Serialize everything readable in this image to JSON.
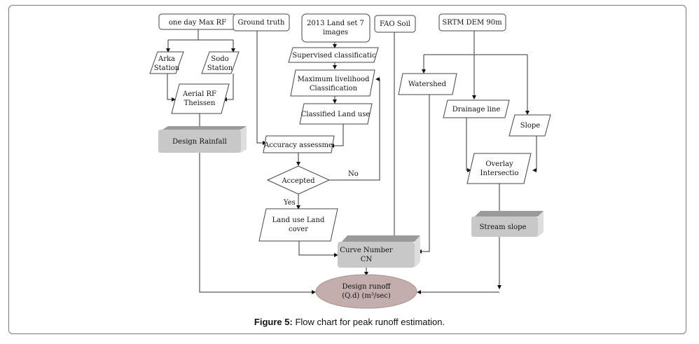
{
  "figure": {
    "caption_label": "Figure 5:",
    "caption_text": " Flow chart for peak runoff estimation."
  },
  "nodes": {
    "max_rf": [
      "one day Max RF"
    ],
    "ground_truth": [
      "Ground truth"
    ],
    "landsat": [
      "2013 Land set 7",
      "images"
    ],
    "fao_soil": [
      "FAO Soil"
    ],
    "srtm": [
      "SRTM DEM 90m"
    ],
    "arka": [
      "Arka",
      "Station"
    ],
    "sodo": [
      "Sodo",
      "Station"
    ],
    "aerial_rf": [
      "Aerial RF",
      "Theissen"
    ],
    "supervised": [
      "Supervised classificatic"
    ],
    "max_likelihood": [
      "Maximum livelihood",
      "Classification"
    ],
    "classified_lu": [
      "Classified Land use"
    ],
    "design_rainfall": [
      "Design Rainfall"
    ],
    "accuracy": [
      "Accuracy assessme"
    ],
    "accepted": [
      "Accepted"
    ],
    "land_use_cover": [
      "Land use Land",
      "cover"
    ],
    "curve_number": [
      "Curve Number",
      "CN"
    ],
    "watershed": [
      "Watershed"
    ],
    "drainage": [
      "Drainage line"
    ],
    "slope": [
      "Slope"
    ],
    "overlay": [
      "Overlay",
      "Intersectio"
    ],
    "stream_slope": [
      "Stream slope"
    ],
    "design_runoff": [
      "Design runoff",
      "(Q.d)  (m³/sec)"
    ]
  },
  "edge_labels": {
    "no": "No",
    "yes": "Yes"
  },
  "colors": {
    "box_3d_face": "#c8c8c8",
    "box_3d_top": "#9a9a9a",
    "box_3d_side": "#dedede",
    "ellipse_fill": "#c4adad",
    "line": "#3a3a3a"
  }
}
